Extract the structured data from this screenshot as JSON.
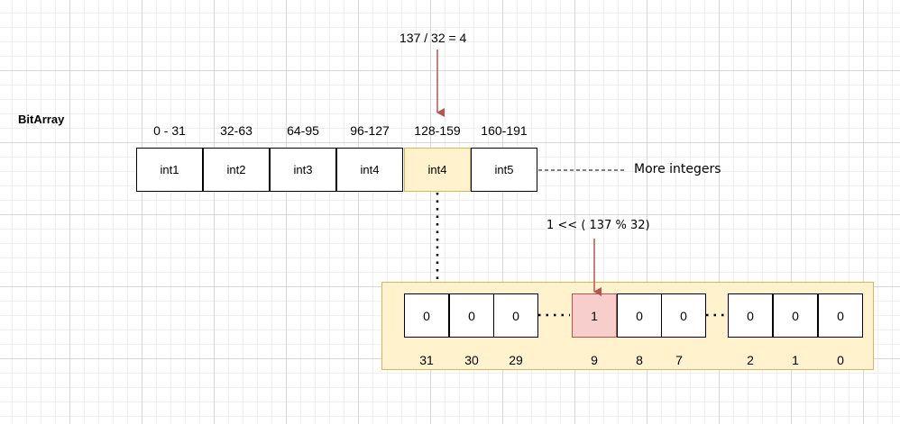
{
  "title": "BitArray",
  "division_label": "137 / 32 = 4",
  "shift_label": "1 << ( 137 % 32)",
  "more_label": "More integers",
  "ranges": [
    "0 - 31",
    "32-63",
    "64-95",
    "96-127",
    "128-159",
    "160-191"
  ],
  "cells": [
    "int1",
    "int2",
    "int3",
    "int4",
    "int4",
    "int5"
  ],
  "highlighted_cell": 4,
  "bits": [
    "0",
    "0",
    "0",
    "1",
    "0",
    "0",
    "0",
    "0",
    "0"
  ],
  "bit_indices": [
    "31",
    "30",
    "29",
    "9",
    "8",
    "7",
    "2",
    "1",
    "0"
  ],
  "highlighted_bit": 3,
  "colors": {
    "highlight_fill": "#fff2cc",
    "highlight_stroke": "#d6b656",
    "bit_highlight_fill": "#f8cecc",
    "arrow": "#b85450"
  }
}
